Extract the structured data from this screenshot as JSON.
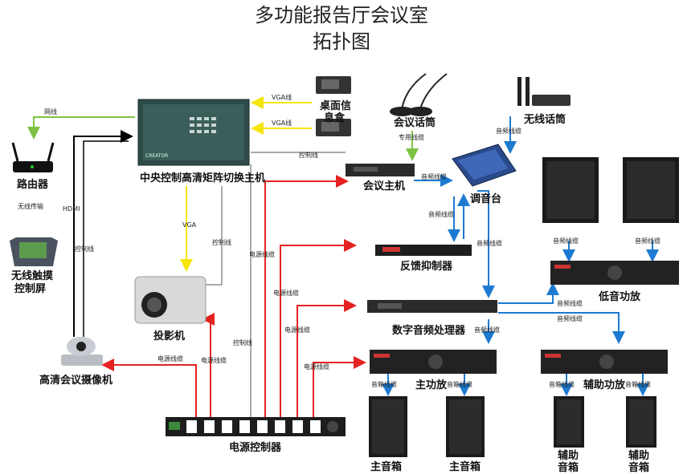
{
  "title_line1": "多功能报告厅会议室",
  "title_line2": "拓扑图",
  "devices": {
    "matrix": "中央控制高清矩阵切换主机",
    "router": "路由器",
    "touch_screen_1": "无线触摸",
    "touch_screen_2": "控制屏",
    "projector": "投影机",
    "camera": "高清会议摄像机",
    "desktop_box_1": "桌面信",
    "desktop_box_2": "息盒",
    "conf_mic": "会议话筒",
    "wireless_mic": "无线话筒",
    "conf_host": "会议主机",
    "mixer": "调音台",
    "feedback": "反馈抑制器",
    "dsp": "数字音频处理器",
    "main_amp": "主功放",
    "aux_amp": "辅助功放",
    "sub_amp": "低音功放",
    "power_ctrl": "电源控制器",
    "main_spk": "主音箱",
    "aux_spk_1": "辅助",
    "aux_spk_2": "音箱",
    "matrix_screen_text": "CREATOR"
  },
  "links": {
    "network": "网线",
    "vga": "VGA线",
    "vga_short": "VGA",
    "control": "控制线",
    "wireless": "无线传输",
    "hdmi": "HDMI",
    "power": "电源线缆",
    "audio": "音频线缆",
    "special": "专用线缆",
    "speaker": "音箱线缆"
  },
  "colors": {
    "network": "#7dc242",
    "vga": "#f5e50a",
    "control": "#555555",
    "hdmi": "#000000",
    "power": "#e52222",
    "audio": "#1e7ad0",
    "special": "#7dc242"
  }
}
